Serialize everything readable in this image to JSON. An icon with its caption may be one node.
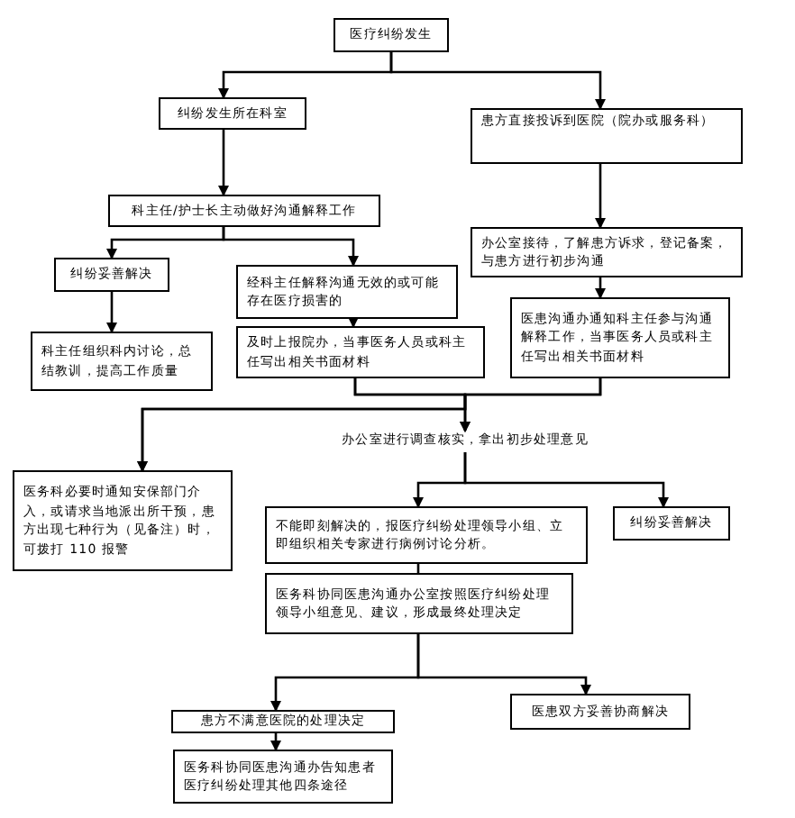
{
  "diagram": {
    "nodes": [
      {
        "text": [
          "医疗纠纷发生"
        ]
      },
      {
        "text": [
          "纠纷发生所在科室"
        ]
      },
      {
        "text": [
          "患方直接投诉到医院（院办或服务科）"
        ]
      },
      {
        "text": [
          "科主任/护士长主动做好沟通解释工作"
        ]
      },
      {
        "text": [
          "纠纷妥善解决"
        ]
      },
      {
        "text": [
          "经科主任解释沟通无效的或可能存在医疗损害的"
        ]
      },
      {
        "text": [
          "及时上报院办，当事医务人员或科主任写出相关书面材料"
        ]
      },
      {
        "text": [
          "科主任组织科内讨论，总结教训，提高工作质量"
        ]
      },
      {
        "text": [
          "办公室接待，了解患方诉求，登记备案，与患方进行初步沟通"
        ]
      },
      {
        "text": [
          "医患沟通办通知科主任参与沟通解释工作，当事医务人员或科主任写出相关书面材料"
        ]
      },
      {
        "text": [
          "办公室进行调查核实，拿出初步处理意见"
        ]
      },
      {
        "text": [
          "医务科必要时通知安保部门介入，或请求当地派出所干预，患方出现七种行为（见备注）时，可拨打 110 报警"
        ]
      },
      {
        "text": [
          "不能即刻解决的，报医疗纠纷处理领导小组、立即组织相关专家进行病例讨论分析。"
        ]
      },
      {
        "text": [
          "纠纷妥善解决"
        ]
      },
      {
        "text": [
          "医务科协同医患沟通办公室按照医疗纠纷处理领导小组意见、建议，形成最终处理决定"
        ]
      },
      {
        "text": [
          "患方不满意医院的处理决定"
        ]
      },
      {
        "text": [
          "医患双方妥善协商解决"
        ]
      },
      {
        "text": [
          "医务科协同医患沟通办告知患者医疗纠纷处理其他四条途径"
        ]
      }
    ],
    "edges": [
      {
        "from": 0,
        "to": 1,
        "arrow": "to"
      },
      {
        "from": 0,
        "to": 2,
        "arrow": "to"
      },
      {
        "from": 1,
        "to": 3,
        "arrow": "to"
      },
      {
        "from": 2,
        "to": 8,
        "arrow": "to"
      },
      {
        "from": 3,
        "to": 4,
        "arrow": "to"
      },
      {
        "from": 3,
        "to": 5,
        "arrow": "to"
      },
      {
        "from": 4,
        "to": 7,
        "arrow": "to"
      },
      {
        "from": 5,
        "to": 6,
        "arrow": "to"
      },
      {
        "from": 8,
        "to": 9,
        "arrow": "to"
      },
      {
        "from": 6,
        "to": 10,
        "arrow": "to"
      },
      {
        "from": 9,
        "to": 10,
        "arrow": "to"
      },
      {
        "from": 6,
        "to": 11,
        "arrow": "to"
      },
      {
        "from": 9,
        "to": 11,
        "arrow": "to"
      },
      {
        "from": 10,
        "to": 12,
        "arrow": "to"
      },
      {
        "from": 10,
        "to": 13,
        "arrow": "to"
      },
      {
        "from": 12,
        "to": 14,
        "arrow": "none"
      },
      {
        "from": 14,
        "to": 15,
        "arrow": "to"
      },
      {
        "from": 14,
        "to": 16,
        "arrow": "to"
      },
      {
        "from": 15,
        "to": 17,
        "arrow": "to"
      }
    ]
  }
}
